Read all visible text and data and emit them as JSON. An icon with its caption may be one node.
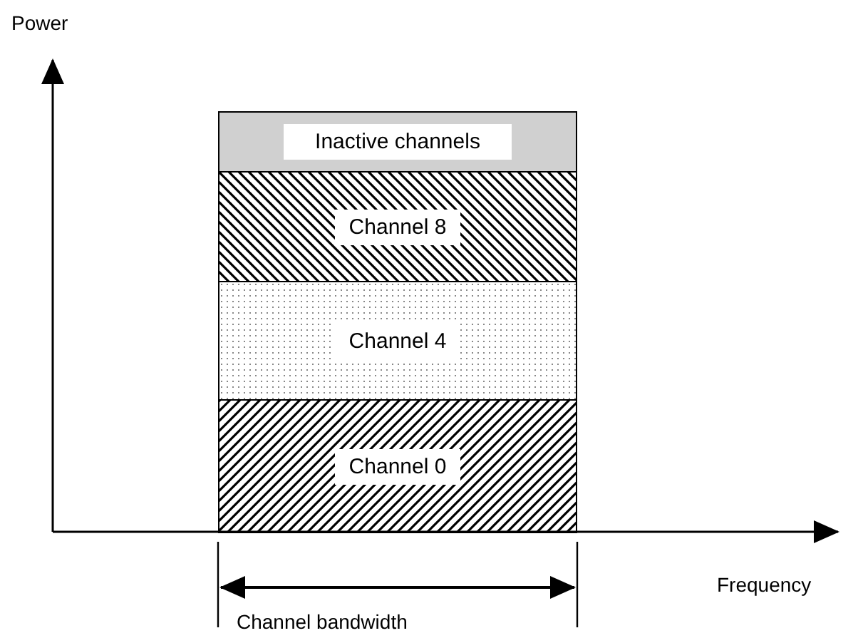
{
  "diagram": {
    "nodes": [
      {
        "text": [
          "Inactive channels"
        ]
      },
      {
        "text": [
          "Channel 8"
        ]
      },
      {
        "text": [
          "Channel 4"
        ]
      },
      {
        "text": [
          "Channel 0"
        ]
      }
    ],
    "labels": [
      "Power",
      "Frequency",
      "Channel bandwidth"
    ]
  }
}
